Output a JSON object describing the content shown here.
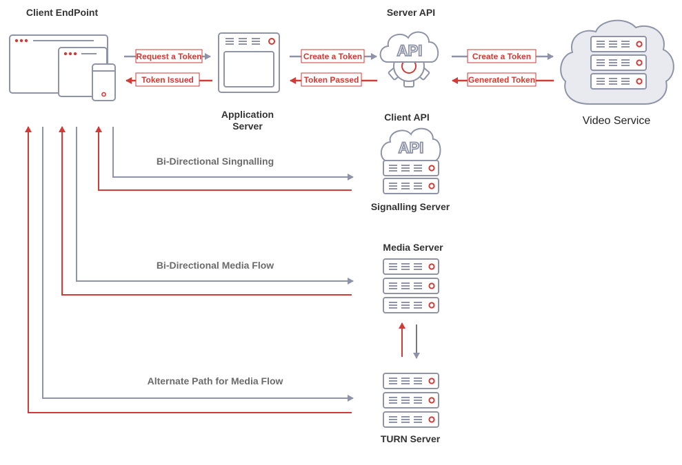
{
  "colors": {
    "gray": "#8e93a8",
    "red": "#d13a35",
    "label_fill": "#ffffff",
    "cloud_fill": "#e9eaf0"
  },
  "titles": {
    "client_endpoint": "Client EndPoint",
    "application_server_line1": "Application",
    "application_server_line2": "Server",
    "server_api": "Server API",
    "video_service": "Video Service",
    "client_api": "Client API",
    "signalling_server": "Signalling Server",
    "media_server": "Media Server",
    "turn_server": "TURN Server"
  },
  "arrow_labels": {
    "request_token": "Request a Token",
    "token_issued": "Token Issued",
    "create_token_server_api": "Create a Token",
    "token_passed": "Token Passed",
    "create_token_video": "Create a Token",
    "generated_token": "Generated Token"
  },
  "flows": {
    "signalling": "Bi-Directional Singnalling",
    "media": "Bi-Directional Media Flow",
    "alternate": "Alternate Path for Media Flow"
  },
  "api_text": "API",
  "icons": [
    "browser-window-icon",
    "application-server-icon",
    "api-cloud-gear-icon",
    "cloud-server-icon",
    "api-cloud-icon",
    "server-rack-icon"
  ]
}
